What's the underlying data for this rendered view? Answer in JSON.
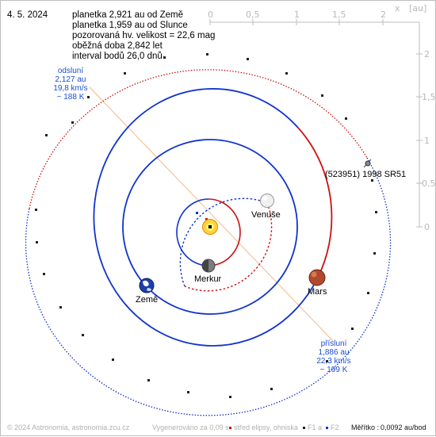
{
  "date": "4. 5. 2024",
  "info": {
    "line1": "planetka 2,921 au od Země",
    "line2": "planetka 1,959 au od Slunce",
    "line3": "pozorovaná hv. velikost = 22,6 mag",
    "line4": "oběžná doba 2,842 let",
    "line5": "interval bodů 26,0 dnů"
  },
  "axes": {
    "x_unit": "x",
    "unit": "[au]",
    "x_ticks": [
      "0",
      "0,5",
      "1",
      "1,5",
      "2"
    ],
    "y_ticks": [
      "2",
      "1,5",
      "1",
      "0,5",
      "0"
    ]
  },
  "aphelion": {
    "title": "odsluní",
    "dist": "2,127 au",
    "speed": "19,8 km/s",
    "temp": "~ 188 K"
  },
  "perihelion": {
    "title": "přísluní",
    "dist": "1,886 au",
    "speed": "22,3 km/s",
    "temp": "~ 199 K"
  },
  "bodies": {
    "venus": "Venuše",
    "mercury": "Merkur",
    "earth": "Země",
    "mars": "Mars",
    "asteroid": "(523951) 1998 SR51"
  },
  "footer": {
    "copyright": "© 2024 Astronomia, astronomia.zcu.cz",
    "generated": "Vygenerováno za 0,09 s",
    "center_legend": "střed elipsy, ohniska",
    "f1": "F1 a",
    "f2": "F2",
    "scale_label": "Měřítko :",
    "scale_value": "0,0092 au/bod"
  },
  "colors": {
    "above_ecliptic": "#cc1111",
    "below_ecliptic": "#1133cc",
    "apsis_line": "#f2b98a",
    "scale_gray": "#bbbbbb"
  }
}
